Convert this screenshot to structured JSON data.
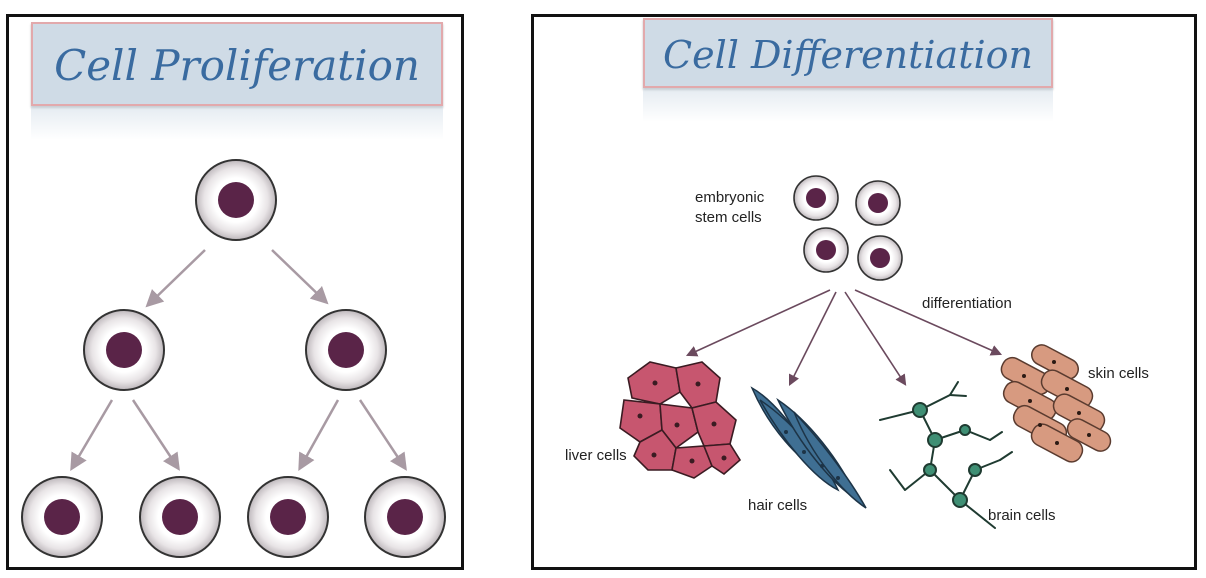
{
  "left_panel": {
    "title": "Cell Proliferation"
  },
  "right_panel": {
    "title": "Cell Differentiation",
    "labels": {
      "stem_line1": "embryonic",
      "stem_line2": "stem cells",
      "process": "differentiation",
      "liver": "liver cells",
      "hair": "hair cells",
      "brain": "brain cells",
      "skin": "skin cells"
    }
  },
  "colors": {
    "title_bg": "#cfdbe6",
    "title_text": "#3a6ba0",
    "nucleus": "#5a2448",
    "arrow_left": "#a89aa3",
    "arrow_right": "#6b4a5e",
    "liver": "#c7566f",
    "hair": "#3f6f93",
    "brain": "#3f8f74",
    "skin": "#d79a80"
  }
}
